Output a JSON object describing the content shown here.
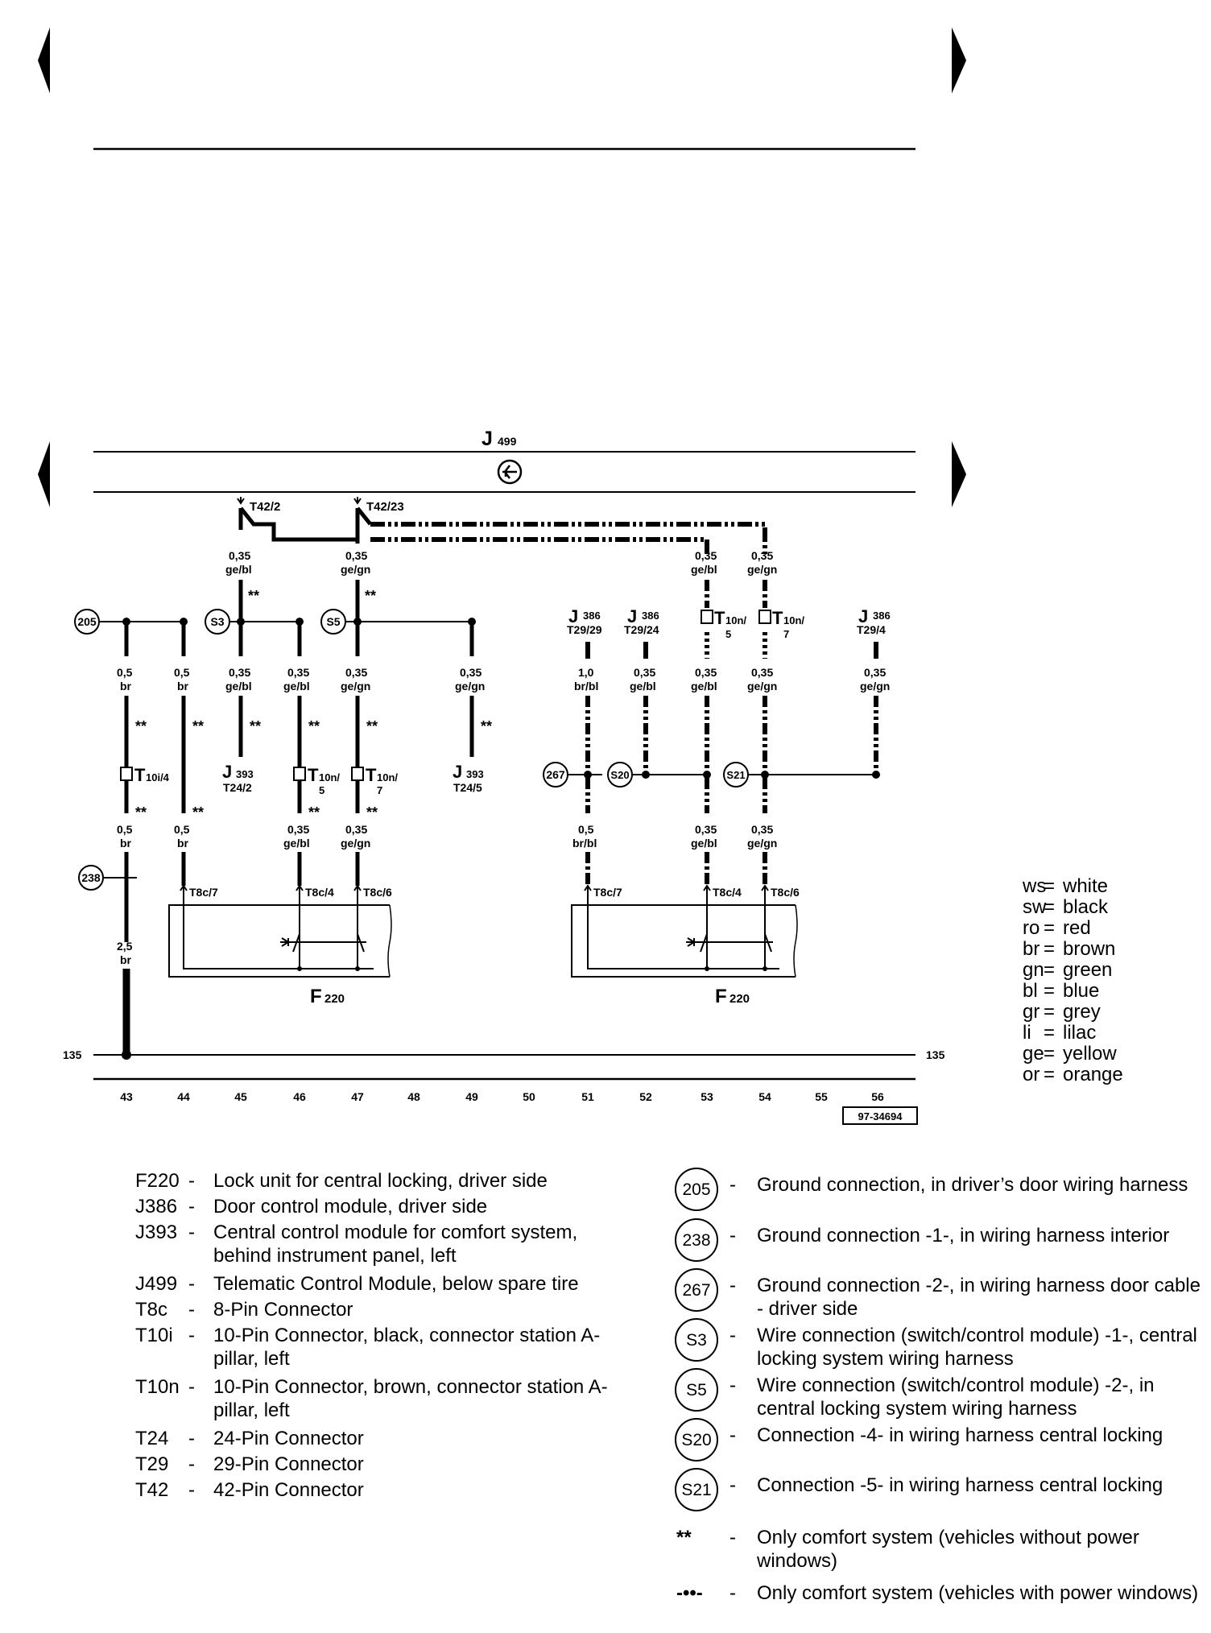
{
  "diagram": {
    "modules": {
      "top": "J",
      "top_sub": "499"
    },
    "connectors": {
      "t42_2": "T42/2",
      "t42_23": "T42/23",
      "t10i": "T",
      "t10i_sub": "10i/4",
      "t10n": "T",
      "t10n_sub": "10n/",
      "pin5": "5",
      "pin7": "7",
      "t8c7": "T8c/7",
      "t8c4": "T8c/4",
      "t8c6": "T8c/6"
    },
    "j393": {
      "label": "J",
      "sub": "393",
      "pin_a": "T24/2",
      "pin_b": "T24/5"
    },
    "j386": {
      "label": "J",
      "sub": "386",
      "pin_a": "T29/29",
      "pin_b": "T29/24",
      "pin_c": "T29/4"
    },
    "f220": {
      "label": "F",
      "sub": "220"
    },
    "wires": {
      "w035": "0,35",
      "w05": "0,5",
      "w10": "1,0",
      "w25": "2,5",
      "gebl": "ge/bl",
      "gegn": "ge/gn",
      "br": "br",
      "brbl": "br/bl",
      "stars": "**"
    },
    "grounds": {
      "g205": "205",
      "g238": "238",
      "g267": "267"
    },
    "splices": {
      "s3": "S3",
      "s5": "S5",
      "s20": "S20",
      "s21": "S21"
    },
    "ground_line": {
      "left": "135",
      "right": "135"
    },
    "tracks": [
      "43",
      "44",
      "45",
      "46",
      "47",
      "48",
      "49",
      "50",
      "51",
      "52",
      "53",
      "54",
      "55",
      "56"
    ],
    "ref": "97-34694"
  },
  "color_key": [
    {
      "code": "ws",
      "eq": "=",
      "name": "white"
    },
    {
      "code": "sw",
      "eq": "=",
      "name": "black"
    },
    {
      "code": "ro",
      "eq": "=",
      "name": "red"
    },
    {
      "code": "br",
      "eq": "=",
      "name": "brown"
    },
    {
      "code": "gn",
      "eq": "=",
      "name": "green"
    },
    {
      "code": "bl",
      "eq": "=",
      "name": "blue"
    },
    {
      "code": "gr",
      "eq": "=",
      "name": "grey"
    },
    {
      "code": "li",
      "eq": "=",
      "name": "lilac"
    },
    {
      "code": "ge",
      "eq": "=",
      "name": "yellow"
    },
    {
      "code": "or",
      "eq": "=",
      "name": "orange"
    }
  ],
  "legend_left": [
    {
      "code": "F220",
      "dash": "-",
      "desc": "Lock unit for central locking, driver side"
    },
    {
      "code": "J386",
      "dash": "-",
      "desc": "Door control module, driver side"
    },
    {
      "code": "J393",
      "dash": "-",
      "desc": "Central control module for comfort system, behind instrument panel, left"
    },
    {
      "code": "J499",
      "dash": "-",
      "desc": "Telematic Control Module, below spare tire"
    },
    {
      "code": "T8c",
      "dash": "-",
      "desc": "8-Pin Connector"
    },
    {
      "code": "T10i",
      "dash": "-",
      "desc": "10-Pin Connector, black, connector station A-pillar, left"
    },
    {
      "code": "T10n",
      "dash": "-",
      "desc": "10-Pin Connector, brown, connector station A-pillar, left"
    },
    {
      "code": "T24",
      "dash": "-",
      "desc": "24-Pin Connector"
    },
    {
      "code": "T29",
      "dash": "-",
      "desc": "29-Pin Connector"
    },
    {
      "code": "T42",
      "dash": "-",
      "desc": "42-Pin Connector"
    }
  ],
  "legend_right": [
    {
      "sym": "205",
      "dash": "-",
      "desc": "Ground connection, in driver’s door wiring harness"
    },
    {
      "sym": "238",
      "dash": "-",
      "desc": "Ground connection -1-, in wiring harness interior"
    },
    {
      "sym": "267",
      "dash": "-",
      "desc": "Ground connection -2-, in wiring harness door cable - driver side"
    },
    {
      "sym": "S3",
      "dash": "-",
      "desc": "Wire connection (switch/control module) -1-, central locking system wiring harness"
    },
    {
      "sym": "S5",
      "dash": "-",
      "desc": "Wire connection (switch/control module) -2-, in central locking system wiring harness"
    },
    {
      "sym": "S20",
      "dash": "-",
      "desc": "Connection -4- in wiring harness central locking"
    },
    {
      "sym": "S21",
      "dash": "-",
      "desc": "Connection -5- in wiring harness central locking"
    }
  ],
  "notes": [
    {
      "sym": "**",
      "dash": "-",
      "desc": "Only comfort system (vehicles without power windows)"
    },
    {
      "sym": "-••-",
      "dash": "-",
      "desc": "Only comfort system (vehicles with power windows)"
    }
  ]
}
